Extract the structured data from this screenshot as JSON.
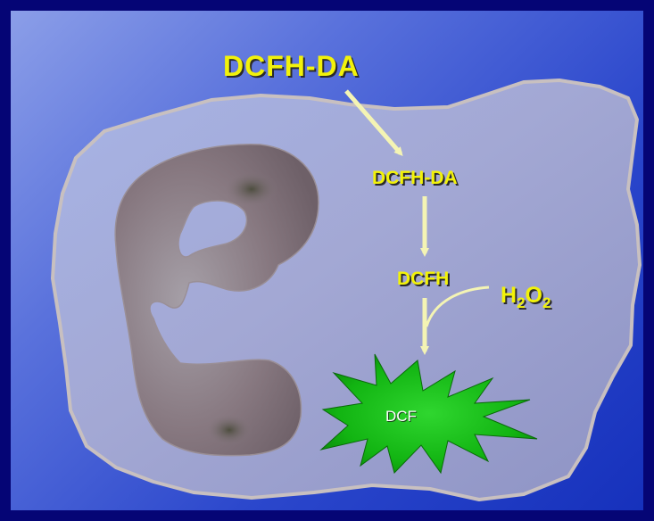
{
  "diagram": {
    "probe_outside": "DCFH-DA",
    "probe_inside": "DCFH-DA",
    "deacetylated": "DCFH",
    "oxidant": {
      "base": "H",
      "sub1": "2",
      "mid": "O",
      "sub2": "2"
    },
    "product": "DCF"
  },
  "colors": {
    "background": "#1a36c8",
    "label": "#f2f20a",
    "arrow": "#f4f4b4",
    "cell": "#9aa3cf",
    "nucleus": "#86767f",
    "product": "#18c418"
  }
}
